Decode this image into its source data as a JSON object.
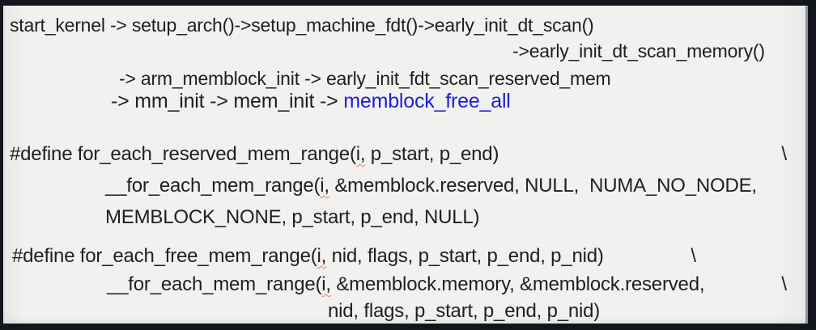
{
  "colors": {
    "background": "#f1f1ef",
    "frame": "#14161e",
    "text": "#1f1f1f",
    "accent_blue": "#1e1ed7",
    "spellcheck_red": "#e07b7b"
  },
  "lines": [
    {
      "name": "call-chain-line-1",
      "segments": [
        {
          "t": "start_kernel -> setup_arch()->setup_machine_fdt()->early_init_dt_scan()",
          "s": "plain"
        }
      ]
    },
    {
      "name": "call-chain-line-2",
      "segments": [
        {
          "t": "->early_init_dt_scan_memory()",
          "s": "plain"
        }
      ]
    },
    {
      "name": "call-chain-line-3",
      "segments": [
        {
          "t": "-> arm_memblock_init -> early_init_fdt_scan_reserved_mem",
          "s": "plain"
        }
      ]
    },
    {
      "name": "call-chain-line-4",
      "segments": [
        {
          "t": "-> mm_init -> mem_init -> ",
          "s": "plain"
        },
        {
          "t": "memblock_free_all",
          "s": "blue"
        }
      ]
    },
    {
      "name": "define-reserved-mem-range-line-1",
      "segments": [
        {
          "t": "#define for_each_reserved_mem_range(",
          "s": "plain"
        },
        {
          "t": "i,",
          "s": "squiggle"
        },
        {
          "t": " p_start, p_end)",
          "s": "plain"
        }
      ],
      "tail": "\\"
    },
    {
      "name": "define-reserved-mem-range-line-2",
      "segments": [
        {
          "t": "__for_each_mem_range(",
          "s": "plain"
        },
        {
          "t": "i,",
          "s": "squiggle"
        },
        {
          "t": " &memblock.reserved, NULL,  NUMA_NO_NODE,",
          "s": "plain"
        }
      ]
    },
    {
      "name": "define-reserved-mem-range-line-3",
      "segments": [
        {
          "t": "MEMBLOCK_NONE, p_start, p_end, NULL)",
          "s": "plain"
        }
      ]
    },
    {
      "name": "define-free-mem-range-line-1",
      "segments": [
        {
          "t": "#define for_each_free_mem_range(",
          "s": "plain"
        },
        {
          "t": "i,",
          "s": "squiggle"
        },
        {
          "t": " nid, flags, p_start, p_end, p_nid)",
          "s": "plain"
        }
      ],
      "tail": "\\"
    },
    {
      "name": "define-free-mem-range-line-2",
      "segments": [
        {
          "t": "__for_each_mem_range(",
          "s": "plain"
        },
        {
          "t": "i,",
          "s": "squiggle"
        },
        {
          "t": " &memblock.memory, &memblock.reserved,",
          "s": "plain"
        }
      ],
      "tail": "\\"
    },
    {
      "name": "define-free-mem-range-line-3",
      "segments": [
        {
          "t": "nid, flags, p_start, p_end, p_nid)",
          "s": "plain"
        }
      ]
    }
  ]
}
